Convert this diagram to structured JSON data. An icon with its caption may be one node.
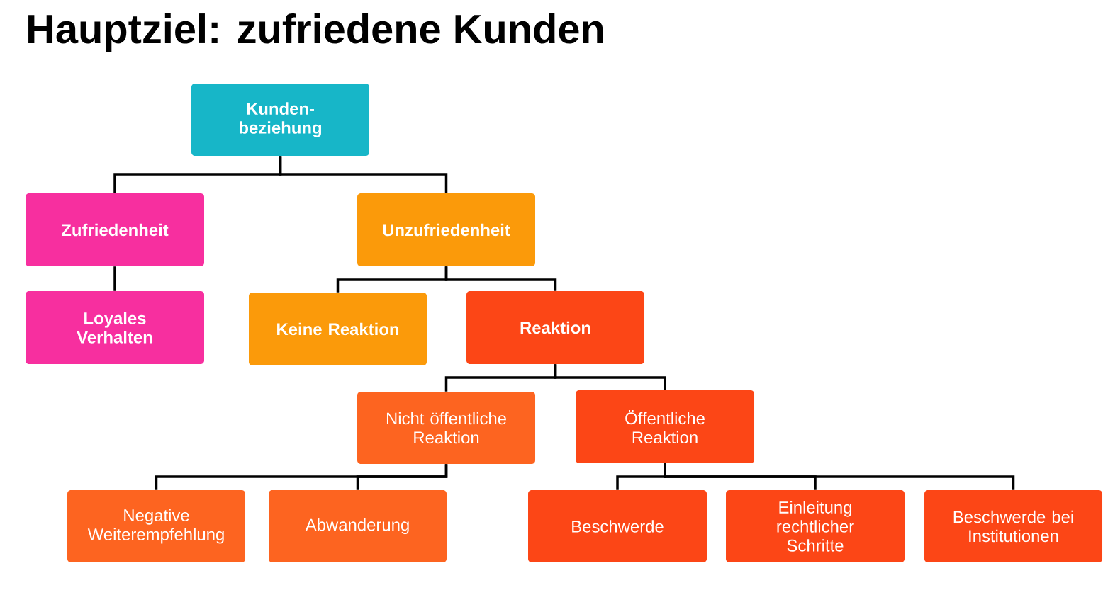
{
  "diagram": {
    "title": "Hauptziel: zufriedene Kunden",
    "nodes": [
      {
        "text": [
          "Kunden- beziehung"
        ]
      },
      {
        "text": [
          "Zufriedenheit"
        ]
      },
      {
        "text": [
          "Unzufriedenheit"
        ]
      },
      {
        "text": [
          "Loyales Verhalten"
        ]
      },
      {
        "text": [
          "Keine Reaktion"
        ]
      },
      {
        "text": [
          "Reaktion"
        ]
      },
      {
        "text": [
          "Nicht öffentliche Reaktion"
        ]
      },
      {
        "text": [
          "Öffentliche Reaktion"
        ]
      },
      {
        "text": [
          "Negative Weiterempfehlung"
        ]
      },
      {
        "text": [
          "Abwanderung"
        ]
      },
      {
        "text": [
          "Beschwerde"
        ]
      },
      {
        "text": [
          "Einleitung rechtlicher Schritte"
        ]
      },
      {
        "text": [
          "Beschwerde bei Institutionen"
        ]
      }
    ],
    "edges": [
      {
        "from": 0,
        "to": 1,
        "arrow": "none"
      },
      {
        "from": 0,
        "to": 2,
        "arrow": "none"
      },
      {
        "from": 1,
        "to": 3,
        "arrow": "none"
      },
      {
        "from": 2,
        "to": 4,
        "arrow": "none"
      },
      {
        "from": 2,
        "to": 5,
        "arrow": "none"
      },
      {
        "from": 5,
        "to": 6,
        "arrow": "none"
      },
      {
        "from": 5,
        "to": 7,
        "arrow": "none"
      },
      {
        "from": 6,
        "to": 8,
        "arrow": "none"
      },
      {
        "from": 6,
        "to": 9,
        "arrow": "none"
      },
      {
        "from": 7,
        "to": 10,
        "arrow": "none"
      },
      {
        "from": 7,
        "to": 11,
        "arrow": "none"
      },
      {
        "from": 7,
        "to": 12,
        "arrow": "none"
      }
    ]
  }
}
